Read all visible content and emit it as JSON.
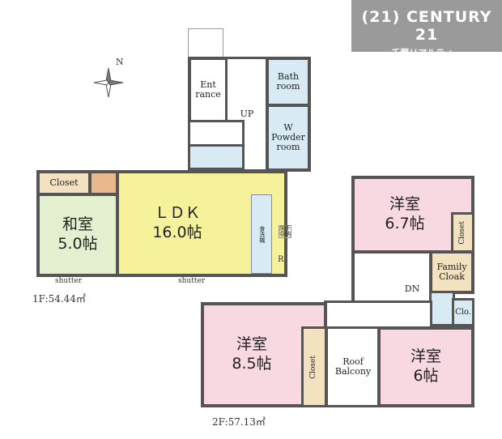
{
  "logo": {
    "brand": "CENTURY 21",
    "badge": "21",
    "subtitle": "千葉リアルティー"
  },
  "floor1": {
    "label": "1F:54.44㎡",
    "rooms": {
      "closet": "Closet",
      "washitsu": "和室",
      "washitsu_size": "5.0帖",
      "ldk": "ＬＤＫ",
      "ldk_size": "16.0帖",
      "entrance": "Ent rance",
      "up": "UP",
      "bath": "Bath room",
      "w": "W",
      "powder": "Powder room",
      "dishwasher": "食洗機",
      "underfloor": "床下収納",
      "r": "R"
    },
    "shutters": [
      "shutter",
      "shutter"
    ]
  },
  "floor2": {
    "label": "2F:57.13㎡",
    "rooms": {
      "room1": "洋室",
      "room1_size": "6.7帖",
      "closet1": "Closet",
      "family_cloak": "Family Cloak",
      "clo": "Clo.",
      "dn": "DN",
      "room2": "洋室",
      "room2_size": "8.5帖",
      "closet2": "Closet",
      "balcony": "Roof Balcony",
      "room3": "洋室",
      "room3_size": "6帖"
    }
  },
  "colors": {
    "yellow": "#f6f29c",
    "green": "#e4efcf",
    "pink": "#f8d8e1",
    "blue": "#d8ebf4",
    "tan": "#f3e2bf"
  },
  "compass": "N"
}
